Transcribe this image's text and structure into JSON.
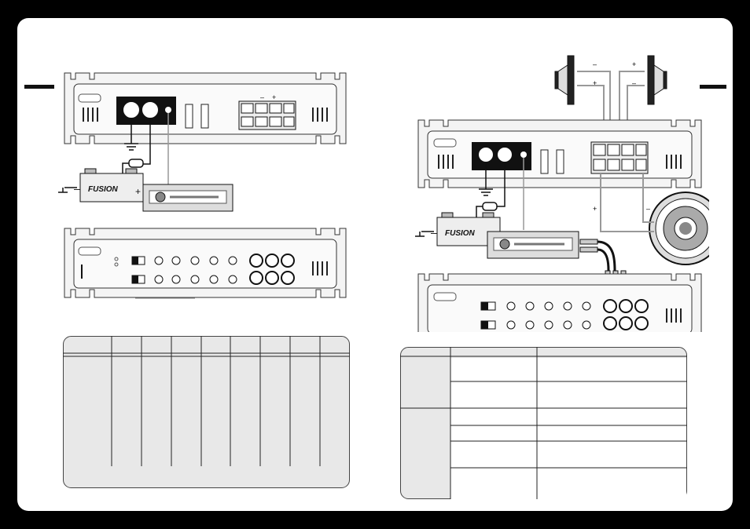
{
  "brand": {
    "logo_text": "FUSION"
  },
  "left_diagram": {
    "terminal_minus": "–",
    "terminal_plus": "+"
  },
  "right_diagram": {
    "terminal_minus": "–",
    "terminal_plus": "+"
  },
  "left_table": {
    "columns": 9
  },
  "right_table": {
    "rows": 6
  },
  "colors": {
    "frame": "#000000",
    "panel": "#ffffff",
    "table_fill": "#e8e8e8",
    "amp_fill": "#f5f5f5"
  }
}
